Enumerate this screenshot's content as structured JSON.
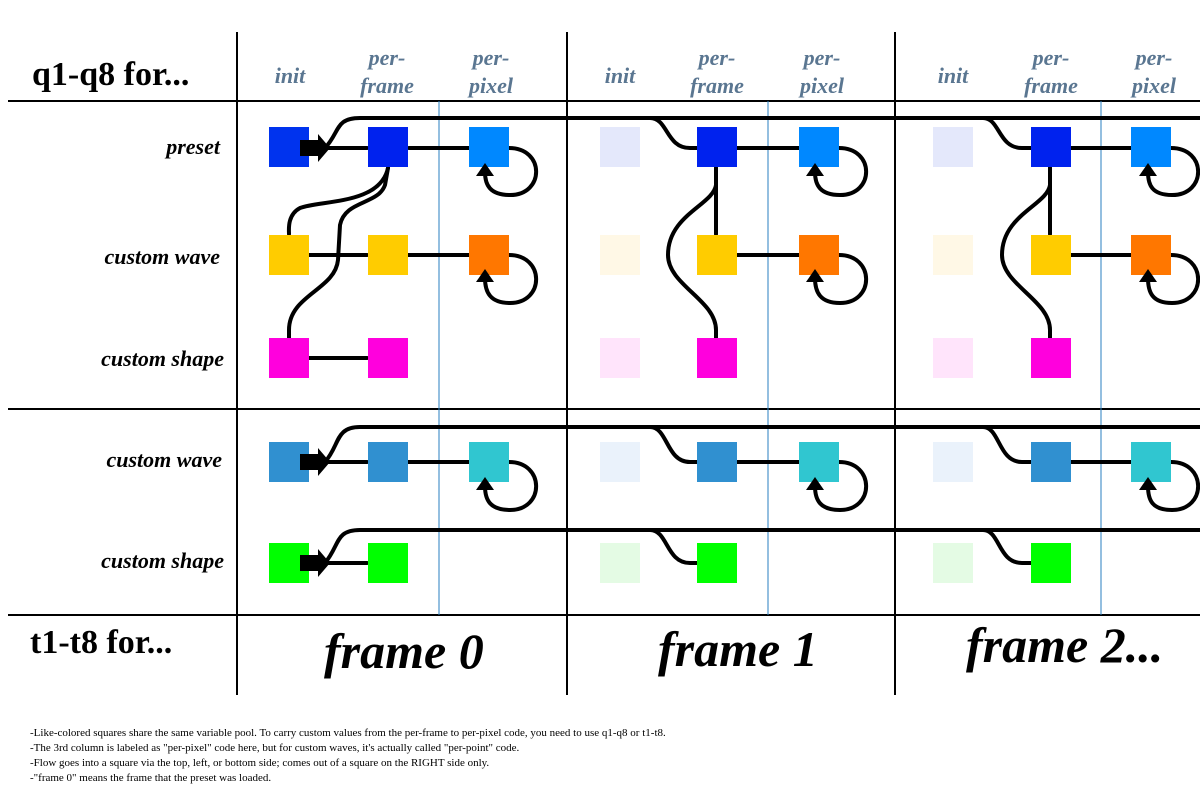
{
  "header": {
    "q_title": "q1-q8 for...",
    "t_title": "t1-t8 for..."
  },
  "columns": {
    "init": "init",
    "per_frame_line1": "per-",
    "per_frame_line2": "frame",
    "per_pixel_line1": "per-",
    "per_pixel_line2": "pixel"
  },
  "rows": {
    "preset": "preset",
    "q_custom_wave": "custom wave",
    "q_custom_shape": "custom shape",
    "t_custom_wave": "custom wave",
    "t_custom_shape": "custom shape"
  },
  "frames": [
    "frame 0",
    "frame 1",
    "frame 2..."
  ],
  "colors": {
    "preset_init": "#0033ee",
    "preset_perframe": "#0022ee",
    "preset_perpixel": "#0088ff",
    "qwave_init": "#ffcc00",
    "qwave_perframe": "#ffcc00",
    "qwave_perpoint": "#ff7700",
    "qshape": "#ff00dd",
    "twave_init": "#3090d0",
    "twave_perframe": "#3090d0",
    "twave_perpoint": "#30c6d0",
    "tshape": "#00ff00",
    "faded_preset": "#e4e8fb",
    "faded_qwave": "#fff8e6",
    "faded_qshape": "#ffe4fb",
    "faded_twave": "#eaf2fb",
    "faded_tshape": "#e4fbe4",
    "column_divider": "#2a7fc0",
    "heading_color": "#5a7691"
  },
  "notes": [
    "-Like-colored squares share the same variable pool.  To carry custom values from the per-frame to per-pixel code, you need to use q1-q8 or t1-t8.",
    "-The 3rd column is labeled as \"per-pixel\" code here, but for custom waves, it's actually called \"per-point\" code.",
    "-Flow goes into a square via the top, left, or bottom side; comes out of a square on the RIGHT side only.",
    "-\"frame 0\" means the frame that the preset was loaded."
  ]
}
